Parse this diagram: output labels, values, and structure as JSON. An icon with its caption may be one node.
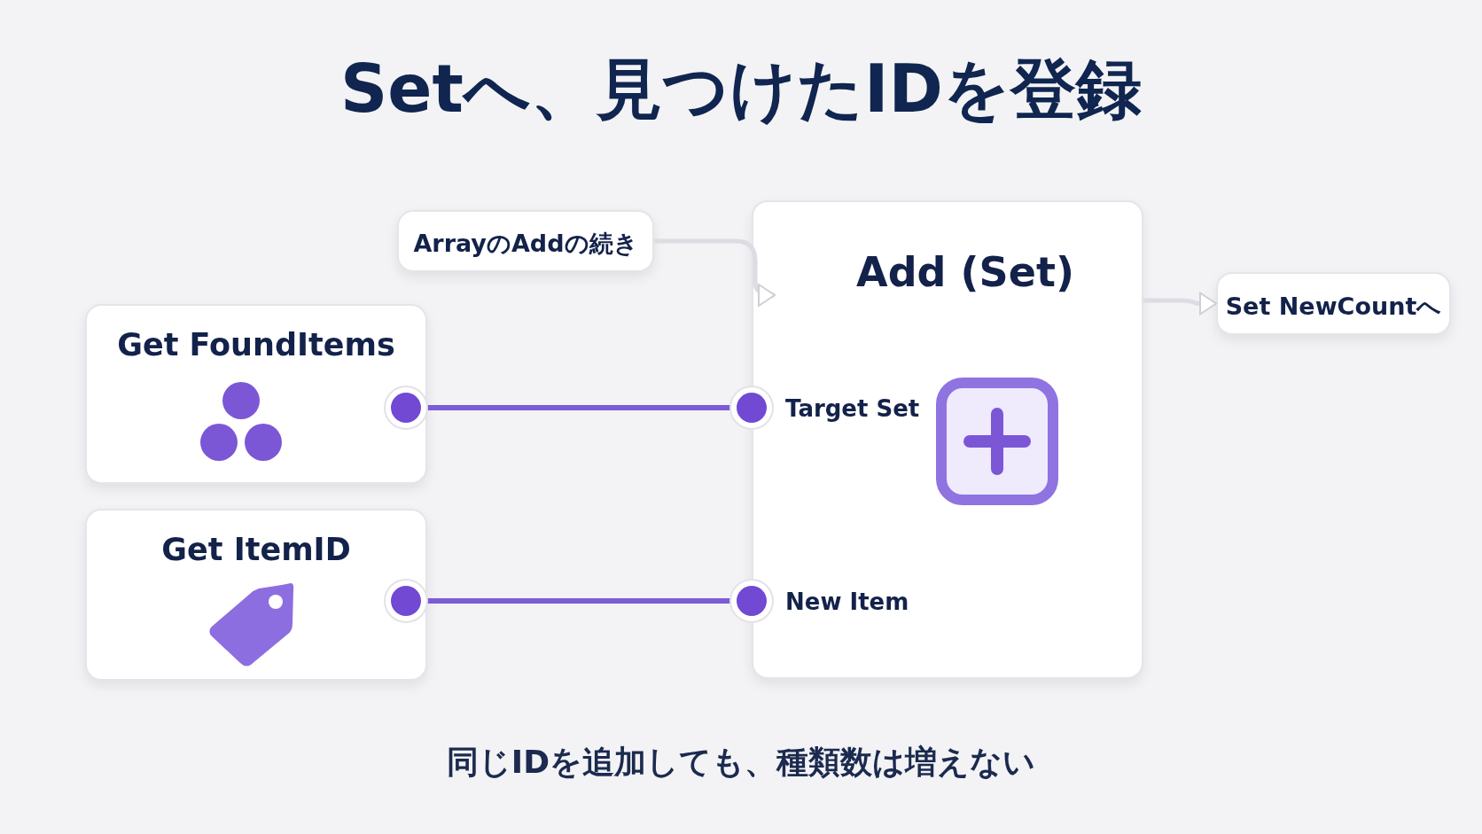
{
  "diagram": {
    "title": "Setへ、見つけたIDを登録",
    "caption": "同じIDを追加しても、種類数は増えない",
    "nodes": [
      {
        "text": [
          "ArrayのAddの続き"
        ]
      },
      {
        "text": [
          "Add (Set)"
        ]
      },
      {
        "text": [
          "Target Set"
        ],
        "in": 1
      },
      {
        "text": [
          "New Item"
        ],
        "in": 1
      },
      {
        "text": [
          "Set NewCountへ"
        ]
      },
      {
        "text": [
          "Get FoundItems"
        ]
      },
      {
        "text": [
          "Get ItemID"
        ]
      }
    ],
    "edges": [
      {
        "from": 0,
        "to": 1,
        "arrow": "to"
      },
      {
        "from": 1,
        "to": 4,
        "arrow": "to"
      },
      {
        "from": 5,
        "to": 2,
        "arrow": "none",
        "color": "#7a5cd6"
      },
      {
        "from": 6,
        "to": 3,
        "arrow": "none",
        "color": "#7a5cd6"
      }
    ]
  }
}
